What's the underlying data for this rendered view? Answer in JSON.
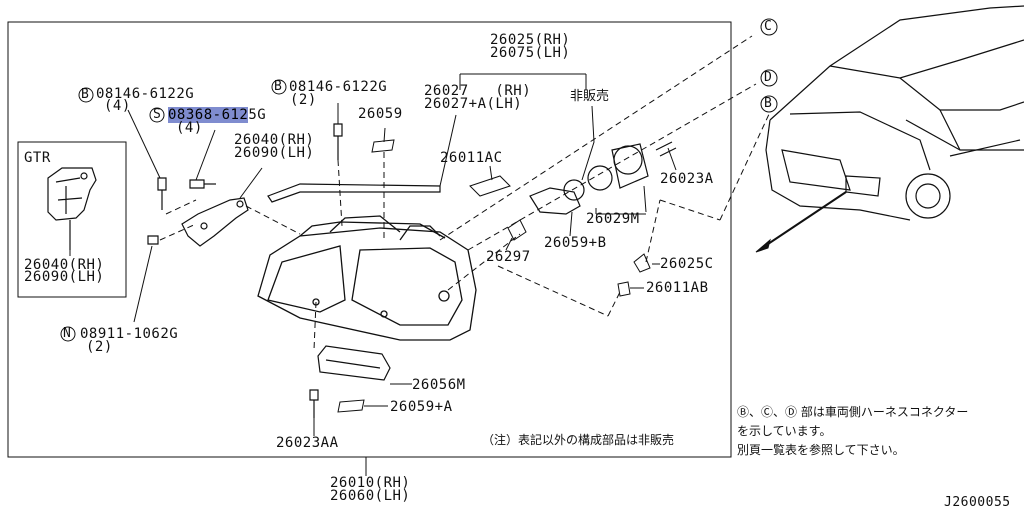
{
  "ref_B1": "B",
  "part_B1": "08146-6122G",
  "qty_B1": "(4)",
  "ref_S": "S",
  "part_S_highlight": "08368-612",
  "part_S_rest": "5G",
  "qty_S": "(4)",
  "ref_B2": "B",
  "part_B2": "08146-6122G",
  "qty_B2": "(2)",
  "p_26059": "26059",
  "p_26025_rh": "26025(RH)",
  "p_26075_lh": "26075(LH)",
  "p_26027_rh": "26027   (RH)",
  "p_26027a_lh": "26027+A(LH)",
  "not_for_sale": "非販売",
  "p_26040_rh": "26040(RH)",
  "p_26090_lh": "26090(LH)",
  "gtr_label": "GTR",
  "gtr_26040": "26040(RH)",
  "gtr_26090": "26090(LH)",
  "p_26011ac": "26011AC",
  "p_26023a": "26023A",
  "p_26029m": "26029M",
  "p_26059b": "26059+B",
  "p_26297": "26297",
  "p_26025c": "26025C",
  "p_26011ab": "26011AB",
  "ref_N": "N",
  "part_N": "08911-1062G",
  "qty_N": "(2)",
  "p_26056m": "26056M",
  "p_26059a": "26059+A",
  "p_26023aa": "26023AA",
  "note": "（注）表記以外の構成部品は非販売",
  "p_26010_rh": "26010(RH)",
  "p_26060_lh": "26060(LH)",
  "conn_C": "C",
  "conn_D": "D",
  "conn_B": "B",
  "harness_note_1": "Ⓑ、Ⓒ、Ⓓ 部は車両側ハーネスコネクター",
  "harness_note_2": "を示しています。",
  "harness_note_3": "別頁一覧表を参照して下さい。",
  "diagram_code": "J2600055"
}
